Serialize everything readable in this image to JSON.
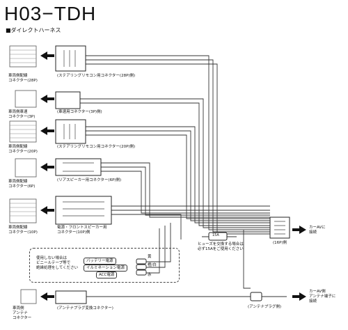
{
  "header": {
    "title": "H03−TDH",
    "subtitle": "■ダイレクトハーネス"
  },
  "vehicle_side": [
    {
      "label": "車両側配線\nコネクター(28P)"
    },
    {
      "label": "車両側車速\nコネクター(3P)"
    },
    {
      "label": "車両側配線\nコネクター(20P)"
    },
    {
      "label": "車両側配線\nコネクター(6P)"
    },
    {
      "label": "車両側配線\nコネクター(10P)"
    },
    {
      "label": "車両側\nアンテナ\nコネクター"
    }
  ],
  "harness_connectors": [
    {
      "label": "ステアリングリモコン用コネクター(28P)側"
    },
    {
      "label": "車速用コネクター(3P)側"
    },
    {
      "label": "ステアリングリモコン用コネクター(20P)側"
    },
    {
      "label": "リアスピーカー用コネクター(6P)側"
    },
    {
      "label": "電源・フロントスピーカー用\nコネクター(10P)側"
    },
    {
      "label": "アンテナプラグ変換コネクター"
    }
  ],
  "fuse": {
    "rating": "15A",
    "note": "ヒューズを交換する場合は\n必ず15Aをご使用ください"
  },
  "main_connector": {
    "label": "(16P)側"
  },
  "outputs": {
    "car_av": "カーAVに\n接続",
    "antenna_out": "カーAV側\nアンテナ端子に\n接続",
    "antenna_plug": "(アンテナプラグ側)"
  },
  "unused_note": "使用しない場合は\nビニールテープ等で\n絶縁処理をしてください",
  "power_leads": [
    {
      "label": "バッテリー電源",
      "color_label": "黄"
    },
    {
      "label": "イルミネーション電源",
      "color_label": "橙/白"
    },
    {
      "label": "ACC電源",
      "color_label": "赤"
    }
  ]
}
